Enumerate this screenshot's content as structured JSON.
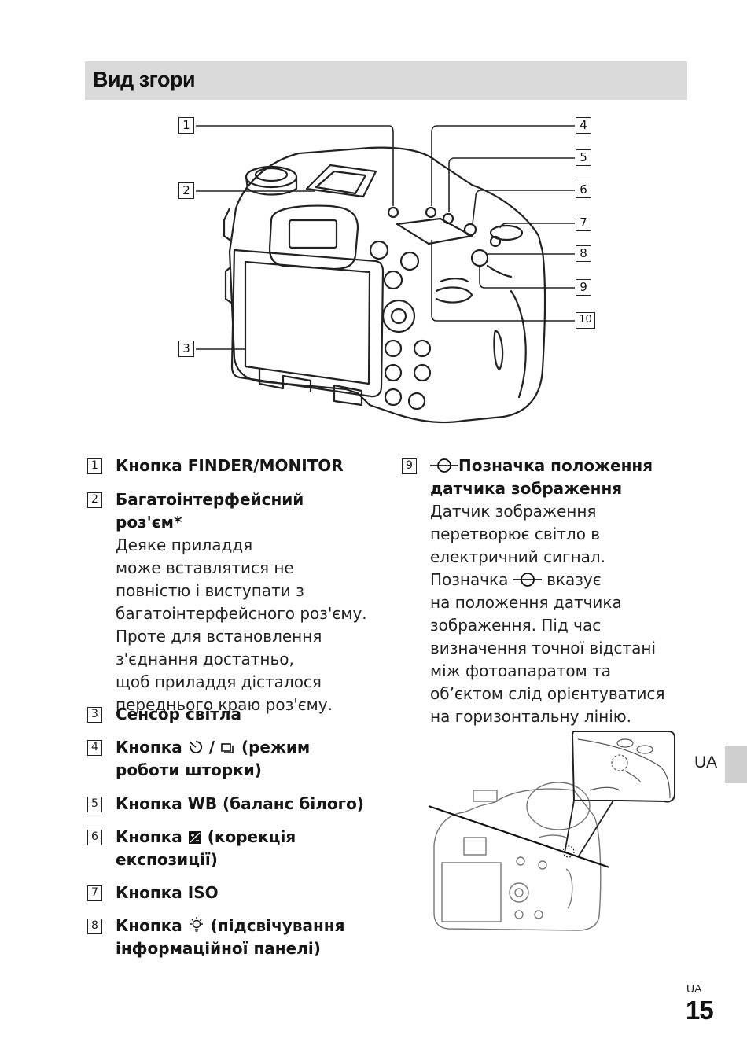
{
  "section": {
    "title": "Вид згори"
  },
  "callouts": [
    "1",
    "2",
    "3",
    "4",
    "5",
    "6",
    "7",
    "8",
    "9",
    "10"
  ],
  "items_left": [
    {
      "num": "1",
      "title": "Кнопка FINDER/MONITOR"
    },
    {
      "num": "2",
      "title": "Багатоінтерфейсний роз'єм*",
      "desc": [
        "Деяке приладдя",
        "може вставлятися не",
        "повністю і виступати з",
        "багатоінтерфейсного роз'єму.",
        "Проте для встановлення",
        "з'єднання достатньо,",
        "щоб приладдя дісталося",
        "переднього краю роз'єму."
      ]
    },
    {
      "num": "3",
      "title": "Сенсор світла"
    },
    {
      "num": "4",
      "title_pre": "Кнопка",
      "title_mid": " / ",
      "title_post": "(режим",
      "title_line2": "роботи шторки)"
    },
    {
      "num": "5",
      "title": "Кнопка WB (баланс білого)"
    },
    {
      "num": "6",
      "title_pre": "Кнопка",
      "title_post": "(корекція",
      "title_line2": "експозиції)"
    },
    {
      "num": "7",
      "title": "Кнопка ISO"
    },
    {
      "num": "8",
      "title_pre": "Кнопка",
      "title_post": "(підсвічування",
      "title_line2": "інформаційної панелі)"
    }
  ],
  "item9": {
    "num": "9",
    "title_line1": "Позначка положення",
    "title_line2": "датчика зображення",
    "desc_before": [
      "Датчик зображення",
      "перетворює світло в",
      "електричний сигнал."
    ],
    "desc_mark_pre": "Позначка",
    "desc_mark_post": "вказує",
    "desc_after": [
      "на положення датчика",
      "зображення. Під час",
      "визначення точної відстані",
      "між фотоапаратом та",
      "об’єктом слід орієнтуватися",
      "на горизонтальну лінію."
    ]
  },
  "lang_tab": "UA",
  "footer": {
    "lang": "UA",
    "page": "15"
  }
}
